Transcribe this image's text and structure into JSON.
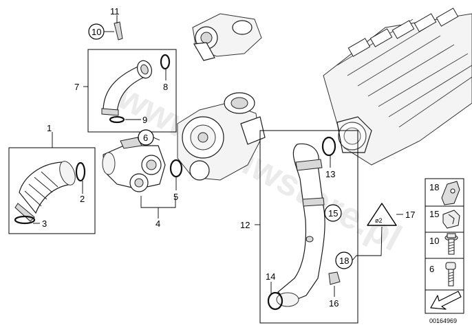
{
  "diagram": {
    "watermark": "www.bmwstore.pl",
    "image_code": "00164969",
    "callouts": {
      "n1": "1",
      "n2": "2",
      "n3": "3",
      "n4": "4",
      "n5": "5",
      "n6": "6",
      "n7": "7",
      "n8": "8",
      "n9": "9",
      "n10": "10",
      "n11": "11",
      "n12": "12",
      "n13": "13",
      "n14": "14",
      "n15": "15",
      "n16": "16",
      "n17": "17",
      "n18": "18"
    },
    "legend": {
      "items": [
        {
          "label": "18",
          "icon": "clip-bracket-icon"
        },
        {
          "label": "15",
          "icon": "spring-clip-icon"
        },
        {
          "label": "10",
          "icon": "hex-flange-screw-icon"
        },
        {
          "label": "6",
          "icon": "socket-head-screw-icon"
        }
      ],
      "arrow_icon": "direction-arrow-icon"
    },
    "warning_label_text": "ø2"
  }
}
